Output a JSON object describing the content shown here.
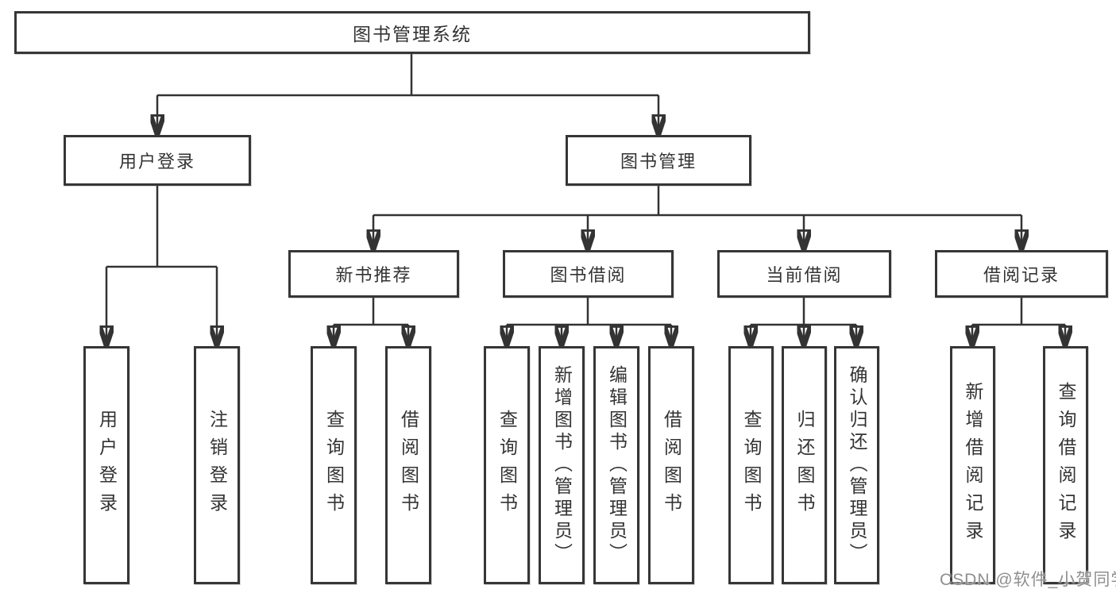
{
  "diagram": {
    "root_label": "图书管理系统",
    "branches": [
      {
        "label": "用户登录",
        "leaves": [
          "用户登录",
          "注销登录"
        ]
      },
      {
        "label": "图书管理",
        "children": [
          {
            "label": "新书推荐",
            "leaves": [
              "查询图书",
              "借阅图书"
            ]
          },
          {
            "label": "图书借阅",
            "leaves": [
              "查询图书",
              "新增图书（管理员）",
              "编辑图书（管理员）",
              "借阅图书"
            ]
          },
          {
            "label": "当前借阅",
            "leaves": [
              "查询图书",
              "归还图书",
              "确认归还（管理员）"
            ]
          },
          {
            "label": "借阅记录",
            "leaves": [
              "新增借阅记录",
              "查询借阅记录"
            ]
          }
        ]
      }
    ],
    "watermark": "CSDN @软件_小贺同学",
    "colors": {
      "line": "#333333",
      "text": "#333333",
      "box_border": "#363636",
      "box_background": "#ffffff",
      "watermark": "#8f8f8f"
    }
  }
}
